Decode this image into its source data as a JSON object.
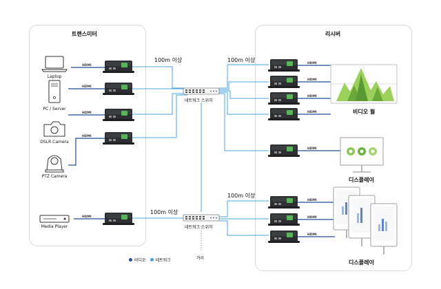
{
  "transmitter_panel": {
    "title": "트랜스미터",
    "sources": [
      "Laptop",
      "PC / Server",
      "DSLR Camera",
      "PTZ Camera",
      "Media Player"
    ],
    "hdmi_label": "HDMI"
  },
  "receiver_panel": {
    "title": "리시버",
    "video_wall_label": "비디오 월",
    "display_label_1": "디스플레이",
    "display_label_2": "디스플레이"
  },
  "network": {
    "distance_labels": [
      "100m 이상",
      "100m 이상",
      "100m 이상",
      "100m 이상"
    ],
    "switch_labels": [
      "네트워크 스위치",
      "네트워크 스위치"
    ],
    "distance_note": "거리"
  },
  "legend": {
    "video": "비디오",
    "network": "네트워크",
    "video_color": "#1f4e99",
    "network_color": "#4aa3df"
  }
}
